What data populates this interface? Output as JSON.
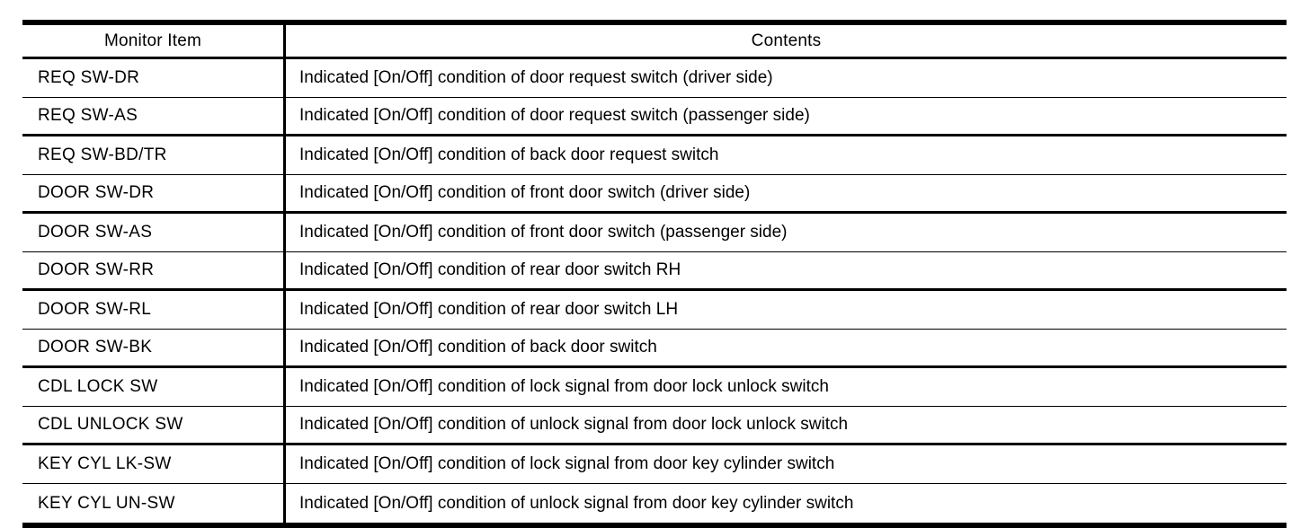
{
  "table": {
    "columns": [
      "Monitor Item",
      "Contents"
    ],
    "rows": [
      {
        "item": "REQ SW-DR",
        "contents": "Indicated [On/Off] condition of door request switch (driver side)"
      },
      {
        "item": "REQ SW-AS",
        "contents": "Indicated [On/Off] condition of door request switch (passenger side)"
      },
      {
        "item": "REQ SW-BD/TR",
        "contents": "Indicated [On/Off] condition of back door request switch"
      },
      {
        "item": "DOOR SW-DR",
        "contents": "Indicated [On/Off] condition of front door switch (driver side)"
      },
      {
        "item": "DOOR SW-AS",
        "contents": "Indicated [On/Off] condition of front door switch (passenger side)"
      },
      {
        "item": "DOOR SW-RR",
        "contents": "Indicated [On/Off] condition of rear door switch RH"
      },
      {
        "item": "DOOR SW-RL",
        "contents": "Indicated [On/Off] condition of rear door switch LH"
      },
      {
        "item": "DOOR SW-BK",
        "contents": "Indicated [On/Off] condition of back door switch"
      },
      {
        "item": "CDL LOCK SW",
        "contents": "Indicated [On/Off] condition of lock signal from door lock unlock switch"
      },
      {
        "item": "CDL UNLOCK SW",
        "contents": "Indicated [On/Off] condition of unlock signal from door lock unlock switch"
      },
      {
        "item": "KEY CYL LK-SW",
        "contents": "Indicated [On/Off] condition of lock signal from door key cylinder switch"
      },
      {
        "item": "KEY CYL UN-SW",
        "contents": "Indicated [On/Off] condition of unlock signal from door key cylinder switch"
      }
    ]
  }
}
